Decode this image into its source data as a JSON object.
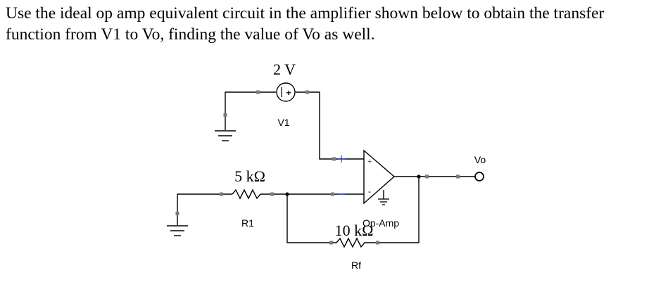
{
  "question": {
    "line1": "Use the ideal op amp equivalent circuit in the amplifier shown below to obtain the transfer",
    "line2": "function from V1 to Vo, finding the value of Vo as well."
  },
  "circuit": {
    "source_value": "2 V",
    "source_name": "V1",
    "source_plus_sign": "+",
    "r1_value": "5 kΩ",
    "r1_name": "R1",
    "rf_value": "10 kΩ",
    "rf_name": "Rf",
    "opamp_name": "Op-Amp",
    "opamp_plus_sign": "+",
    "opamp_minus_sign": "-",
    "output_name": "Vo"
  },
  "colors": {
    "wire": "#000000",
    "pin_marker": "#7a7a7a",
    "sign": "#1a35d6"
  }
}
